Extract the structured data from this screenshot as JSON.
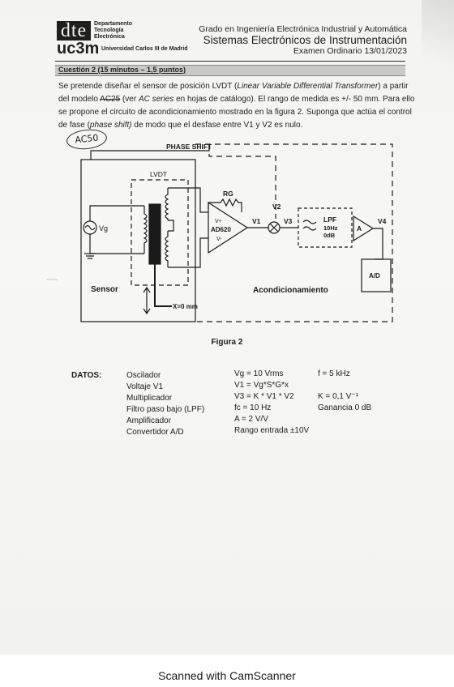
{
  "header": {
    "logo_mark": "dte",
    "department": "Departamento\nTecnología\nElectrónica",
    "logo_uc3m": "uc3m",
    "university": "Universidad Carlos III de Madrid",
    "degree": "Grado en Ingeniería Electrónica Industrial y Automática",
    "course": "Sistemas Electrónicos de Instrumentación",
    "exam": "Examen Ordinario 13/01/2023"
  },
  "question": {
    "title": "Cuestión 2 (15 minutos – 1,5 puntos)",
    "line1_a": "Se pretende diseñar el sensor de posición LVDT (",
    "line1_i": "Linear Variable Differential Transformer",
    "line1_b": ") a partir",
    "line2_a": "del modelo ",
    "line2_strike": "AC25",
    "line2_b": " (ver ",
    "line2_i": "AC series",
    "line2_c": " en hojas de catálogo). El rango de medida es +/- 50 mm. Para ello",
    "line3": "se propone el circuito de acondicionamiento mostrado en la figura 2. Suponga que actúa el control",
    "line4_a": "de fase (",
    "line4_i": "phase shift)",
    "line4_b": " de modo que el desfase entre V1 y V2 es nulo.",
    "handwritten_note": "AC50"
  },
  "diagram": {
    "phase_shift": "PHASE SHIFT",
    "lvdt": "LVDT",
    "vg": "Vg",
    "rg": "RG",
    "amp": "AD620",
    "vplus": "V+",
    "vminus": "V-",
    "v1": "V1",
    "v2": "V2",
    "v3": "V3",
    "v4": "V4",
    "lpf": "LPF",
    "lpf_fc": "10Hz",
    "lpf_gain": "0dB",
    "amp_a": "A",
    "adc": "A/D",
    "sensor": "Sensor",
    "conditioning": "Acondicionamiento",
    "x0": "X=0 mm"
  },
  "figure_caption": "Figura 2",
  "datos": {
    "heading": "DATOS:",
    "items": [
      "Oscilador",
      "Voltaje V1",
      "Multiplicador",
      "Filtro paso bajo (LPF)",
      "Amplificador",
      "Convertidor A/D"
    ],
    "values": [
      "Vg = 10 Vrms",
      "V1 = Vg*S*G*x",
      "V3 = K * V1 * V2",
      "fc = 10 Hz",
      "A = 2 V/V",
      "Rango entrada ±10V"
    ],
    "extra": [
      "f = 5 kHz",
      "",
      "K = 0,1 V⁻¹",
      "Ganancia 0 dB",
      "",
      ""
    ]
  },
  "footer": "Scanned with CamScanner"
}
